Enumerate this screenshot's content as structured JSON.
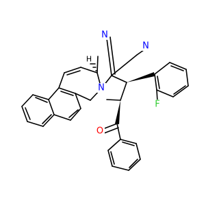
{
  "molecule": {
    "atoms": {
      "nitrile_n1": {
        "symbol": "N",
        "color": "#0000ff"
      },
      "nitrile_n2": {
        "symbol": "N",
        "color": "#0000ff"
      },
      "ring_n": {
        "symbol": "N",
        "color": "#0000ff"
      },
      "oxygen": {
        "symbol": "O",
        "color": "#ff0000"
      },
      "fluorine": {
        "symbol": "F",
        "color": "#33cc33"
      },
      "stereo_h": {
        "symbol": "H",
        "color": "#000000"
      }
    },
    "bond_color": "#000000"
  }
}
